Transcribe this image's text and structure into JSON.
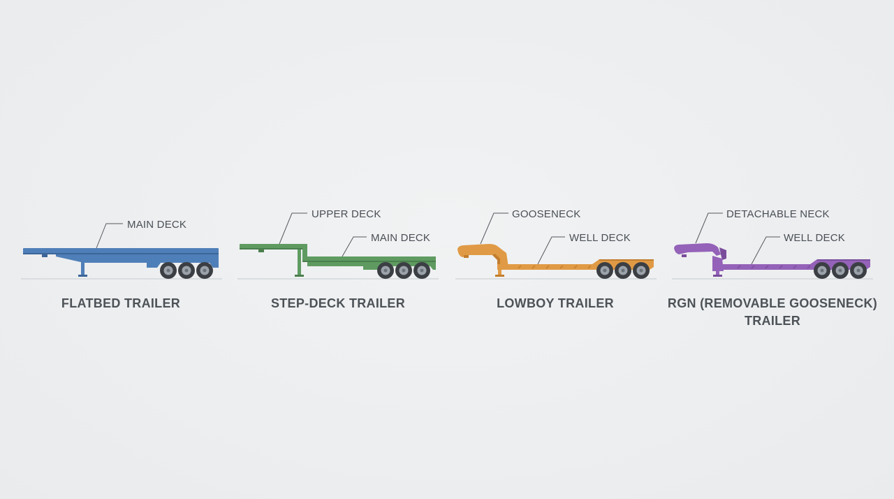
{
  "trailers": [
    {
      "id": "flatbed",
      "title_lines": [
        "FLATBED TRAILER"
      ],
      "color": "#4f7fb8",
      "color_dark": "#3c6698",
      "callouts": [
        {
          "label": "MAIN DECK"
        }
      ]
    },
    {
      "id": "step-deck",
      "title_lines": [
        "STEP-DECK TRAILER"
      ],
      "color": "#5f9b61",
      "color_dark": "#4a7f4d",
      "callouts": [
        {
          "label": "UPPER DECK"
        },
        {
          "label": "MAIN DECK"
        }
      ]
    },
    {
      "id": "lowboy",
      "title_lines": [
        "LOWBOY TRAILER"
      ],
      "color": "#e09a45",
      "color_dark": "#c27d2e",
      "callouts": [
        {
          "label": "GOOSENECK"
        },
        {
          "label": "WELL DECK"
        }
      ]
    },
    {
      "id": "rgn",
      "title_lines": [
        "RGN (REMOVABLE GOOSENECK)",
        "TRAILER"
      ],
      "color": "#9462b8",
      "color_dark": "#7a4d9c",
      "callouts": [
        {
          "label": "DETACHABLE NECK"
        },
        {
          "label": "WELL DECK"
        }
      ]
    }
  ]
}
